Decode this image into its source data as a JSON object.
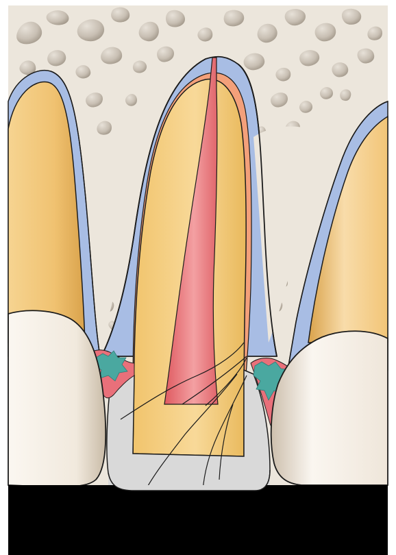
{
  "figure": {
    "colors": {
      "background": "#ffffff",
      "bone": "#ece6dc",
      "bone_pore": "#b9b0a4",
      "periodontal_ligament": "#a8bde4",
      "root_cementum_layer": "#f3a07a",
      "root_dentin": "#f4cd7e",
      "root_canal_filling": "#e86a6e",
      "crown_tooth": "#f6f1ea",
      "crown_restoration": "#d9d9d9",
      "gingiva": "#e9707a",
      "inflamed_tissue": "#4aa8a0",
      "outline": "#1b1b1b",
      "base_band": "#000000"
    },
    "parts": [
      "alveolar-bone",
      "periodontal-ligament",
      "central-root",
      "root-canal-filling",
      "crown-restoration",
      "left-adjacent-tooth",
      "right-adjacent-tooth",
      "gingiva",
      "inflammation-spot",
      "crack-lines"
    ]
  }
}
